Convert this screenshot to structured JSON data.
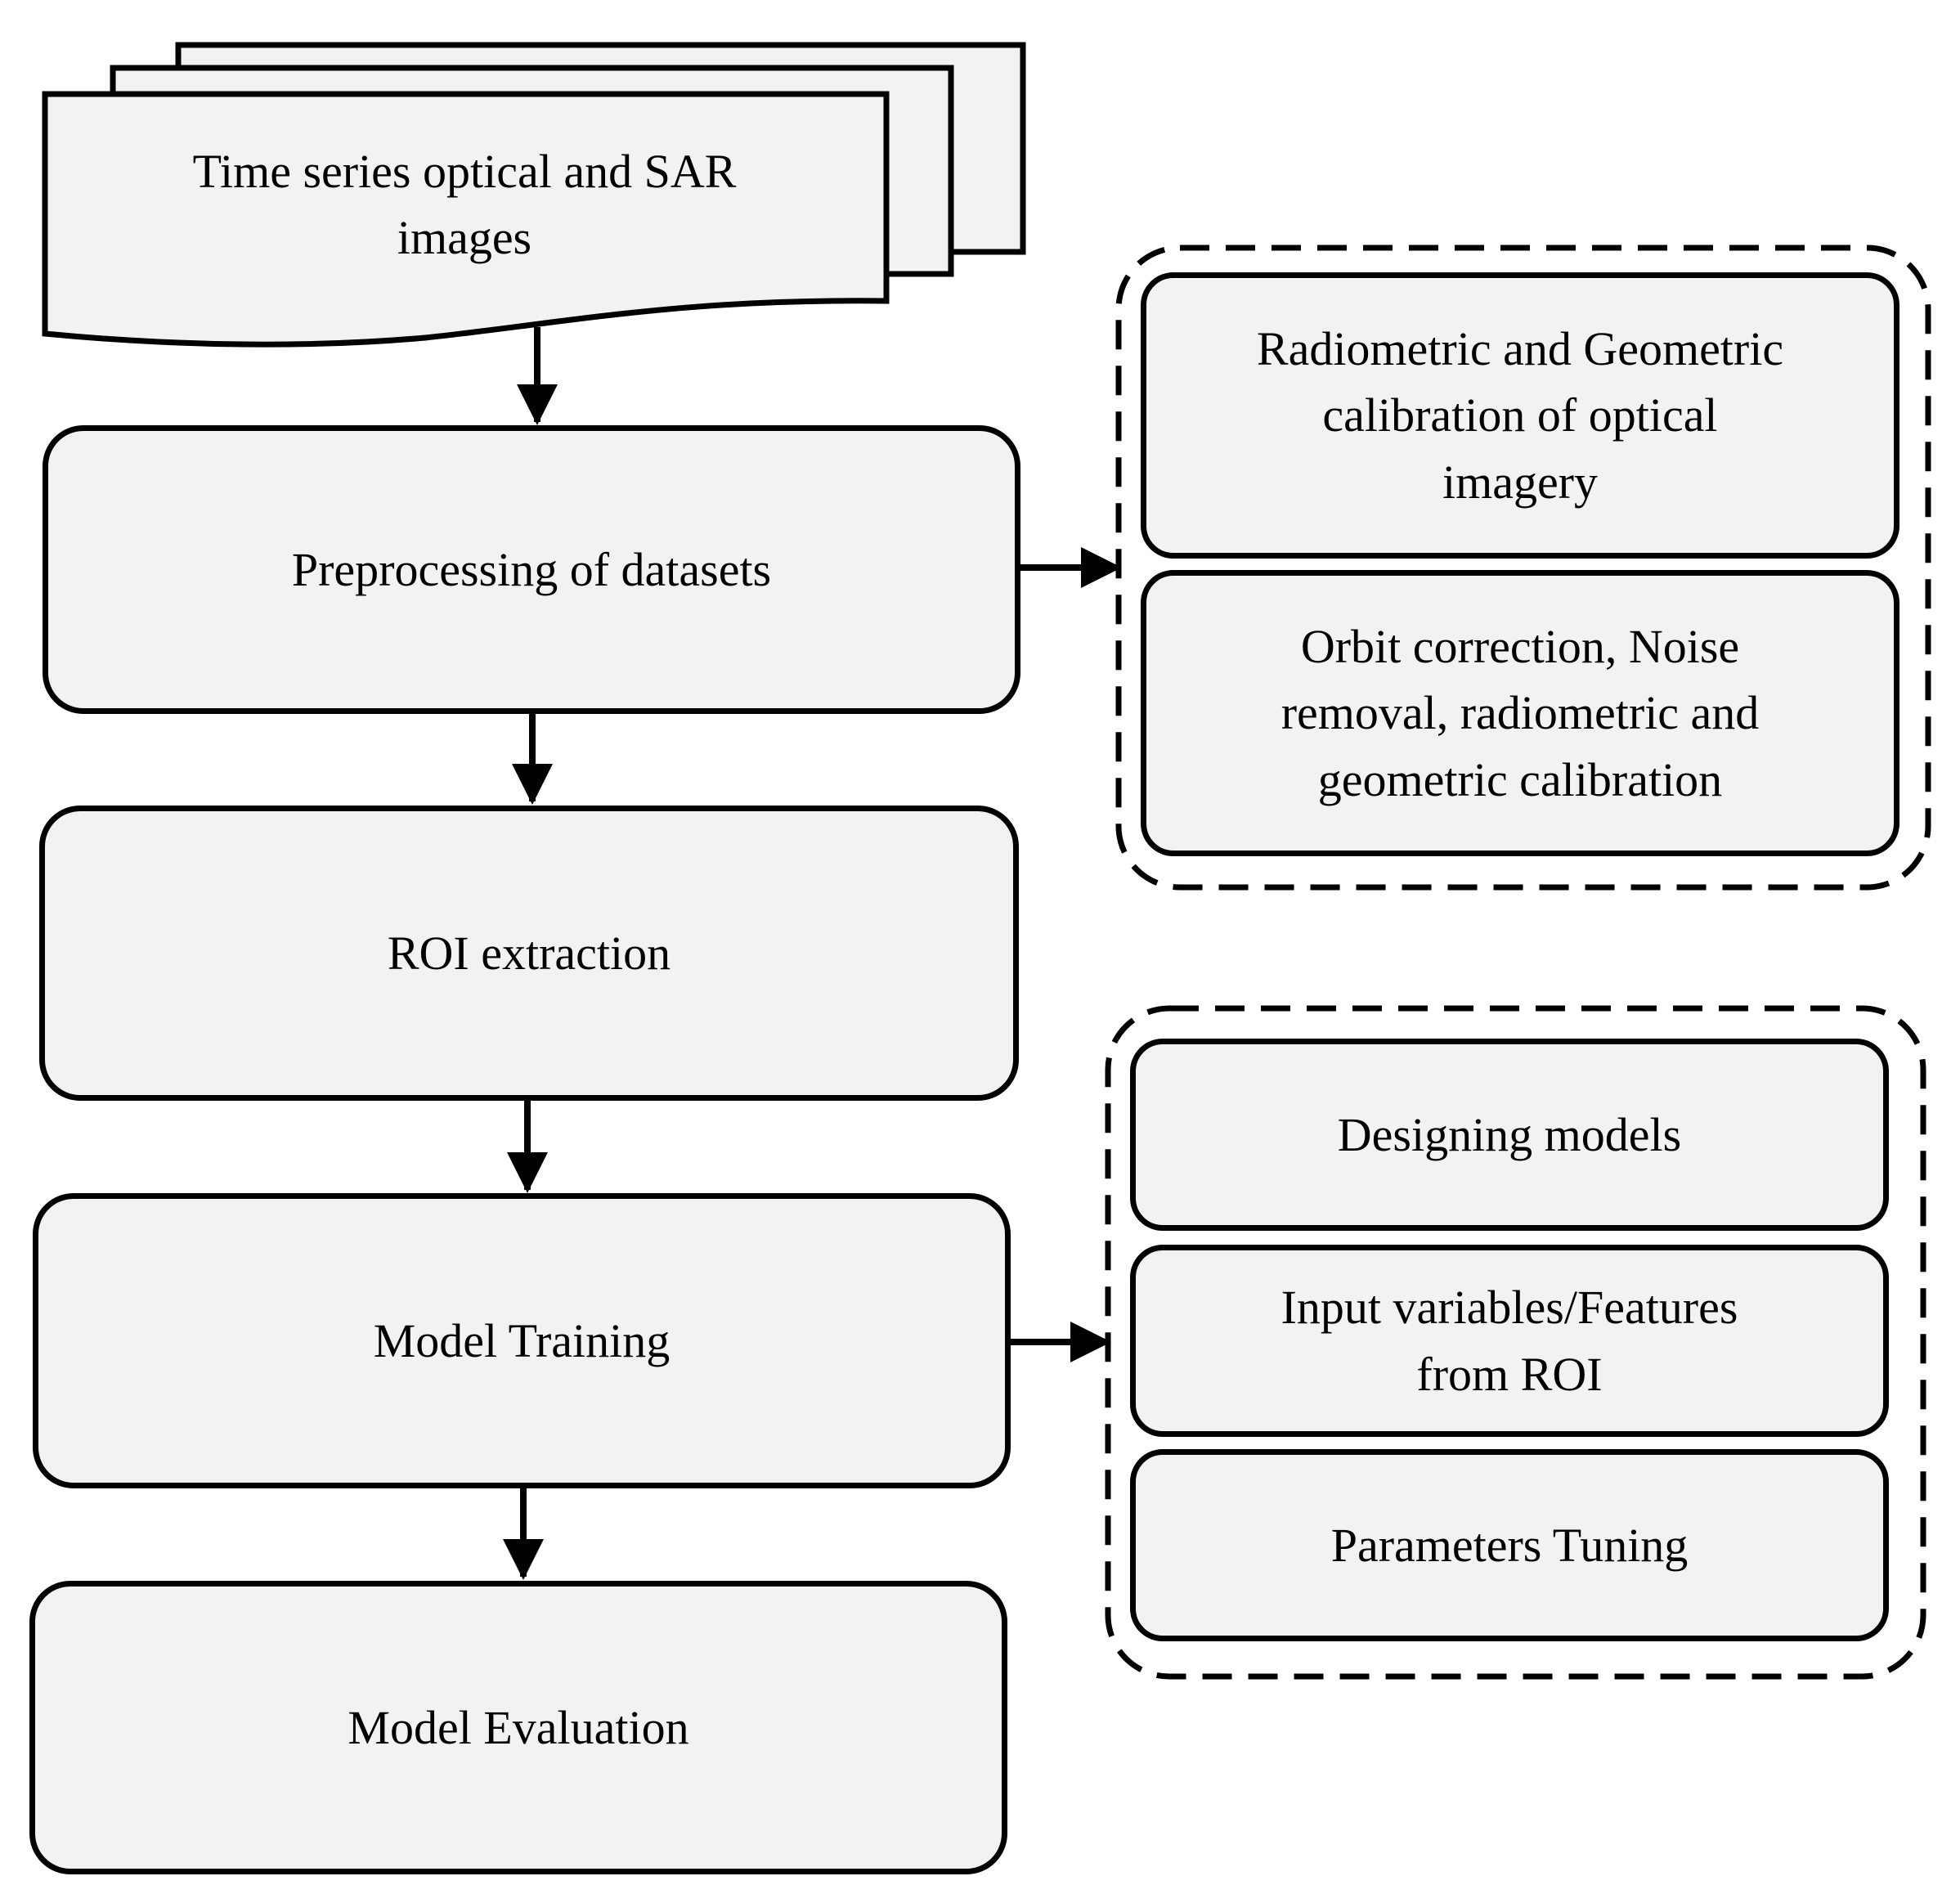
{
  "colors": {
    "stroke": "#000000",
    "fill": "#f2f2f2",
    "background": "#ffffff"
  },
  "input_node": {
    "label": "Time series optical and SAR\nimages"
  },
  "main_steps": [
    {
      "id": "preprocessing",
      "label": "Preprocessing of datasets"
    },
    {
      "id": "roi",
      "label": "ROI extraction"
    },
    {
      "id": "training",
      "label": "Model Training"
    },
    {
      "id": "evaluation",
      "label": "Model Evaluation"
    }
  ],
  "preprocessing_details": [
    {
      "label": "Radiometric and Geometric\ncalibration of optical\nimagery"
    },
    {
      "label": "Orbit correction, Noise\nremoval, radiometric and\ngeometric calibration"
    }
  ],
  "training_details": [
    {
      "label": "Designing models"
    },
    {
      "label": "Input variables/Features\nfrom ROI"
    },
    {
      "label": "Parameters Tuning"
    }
  ]
}
